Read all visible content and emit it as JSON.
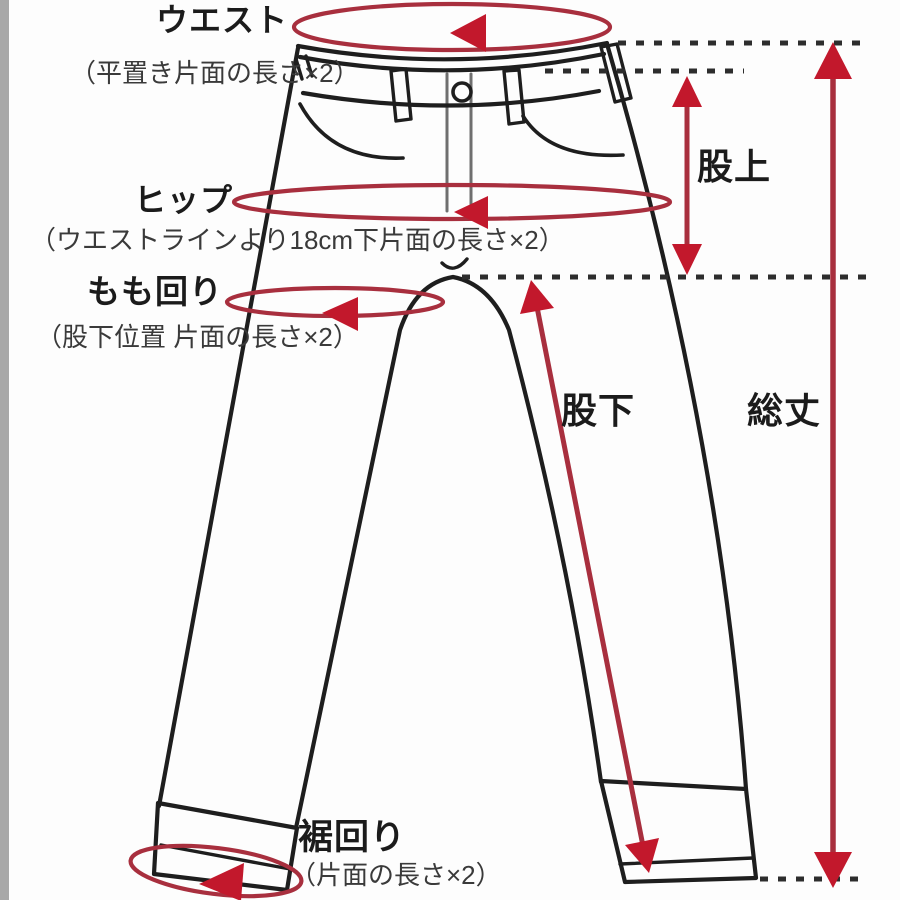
{
  "labels": {
    "waist": {
      "title": "ウエスト",
      "note": "（平置き片面の長さ×2）"
    },
    "hip": {
      "title": "ヒップ",
      "note": "（ウエストラインより18cm下片面の長さ×2）"
    },
    "thigh": {
      "title": "もも回り",
      "note": "（股下位置 片面の長さ×2）"
    },
    "rise": {
      "title": "股上"
    },
    "inseam": {
      "title": "股下"
    },
    "total_length": {
      "title": "総丈"
    },
    "hem": {
      "title": "裾回り",
      "note": "（片面の長さ×2）"
    }
  },
  "colors": {
    "outline": "#1e1e1e",
    "gray_line": "#6f6f6f",
    "dotted": "#2d2d2d",
    "red_line": "#a82f3e",
    "red_arrow": "#c2182c",
    "left_strip": "#a8a8a8",
    "background": "#fdfdfd"
  }
}
